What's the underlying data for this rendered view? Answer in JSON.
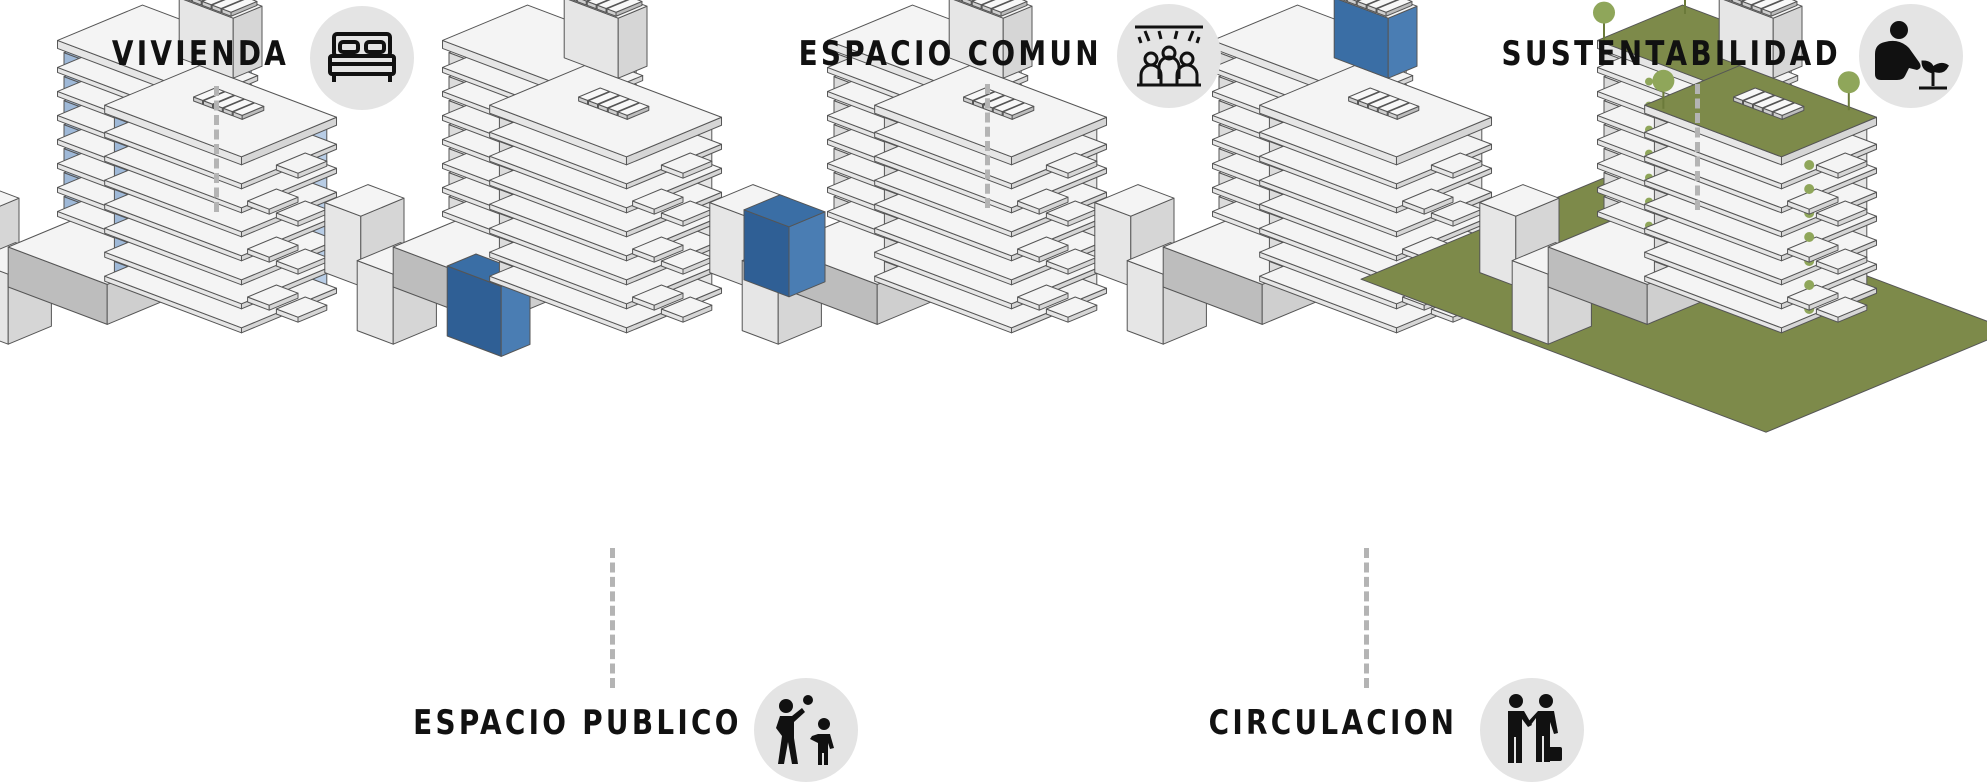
{
  "labels": {
    "vivienda": "VIVIENDA",
    "espacio_comun": "ESPACIO COMUN",
    "sustentabilidad": "SUSTENTABILIDAD",
    "espacio_publico": "ESPACIO PUBLICO",
    "circulacion": "CIRCULACION"
  },
  "icons": {
    "vivienda": "bed-icon",
    "espacio_comun": "people-gathering-icon",
    "sustentabilidad": "planting-person-icon",
    "espacio_publico": "adult-child-play-icon",
    "circulacion": "people-walking-icon"
  },
  "colors": {
    "highlight_light_blue": "#a9c2e0",
    "highlight_blue": "#3a6ea5",
    "green_roof": "#7d8a4a",
    "vegetation": "#8fa65a",
    "building_white": "#f4f4f4",
    "line": "#555555",
    "icon_bg": "#e4e4e4"
  }
}
